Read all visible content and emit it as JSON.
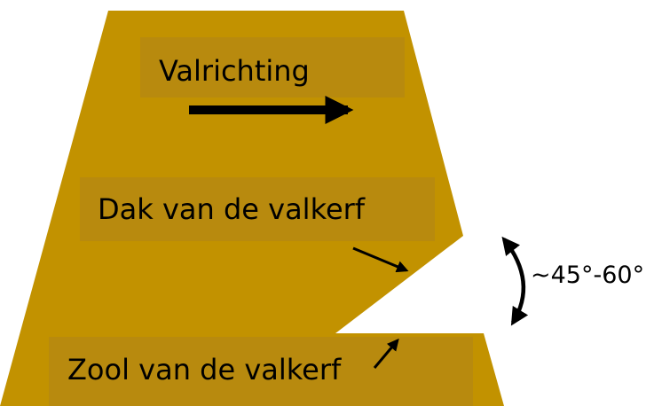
{
  "labels": {
    "direction": "Valrichting",
    "roof": "Dak van de valkerf",
    "angle": "~45°-60°",
    "sole": "Zool van de valkerf"
  },
  "colors": {
    "trunk": "#c29200",
    "label_box": "#b88a0e",
    "ink": "#000000",
    "background": "#ffffff"
  }
}
